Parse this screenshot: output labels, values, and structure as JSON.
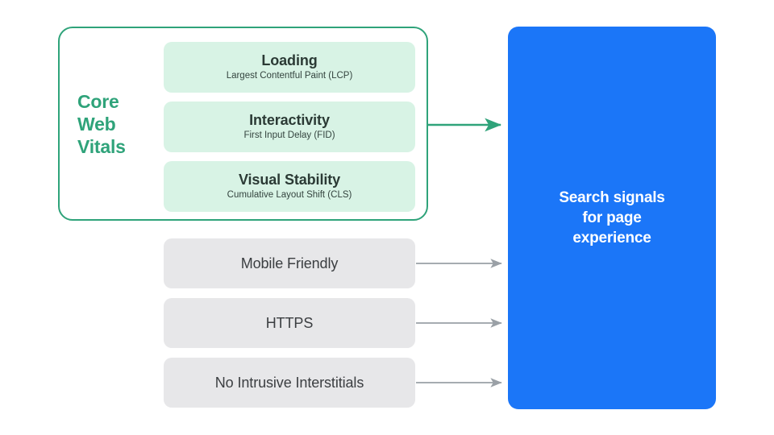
{
  "diagram": {
    "title": "Search signals for page experience",
    "colors": {
      "green_accent": "#2FA37A",
      "mint_card": "#D8F3E5",
      "grey_card": "#E7E7E9",
      "blue_panel": "#1B76F8",
      "grey_arrow": "#9AA0A6",
      "dark_text": "#3B3E41",
      "white": "#FFFFFF"
    },
    "core_web_vitals": {
      "group_label": "Core Web Vitals",
      "group_label_lines": [
        "Core",
        "Web",
        "Vitals"
      ],
      "metrics": [
        {
          "title": "Loading",
          "subtitle": "Largest Contentful Paint (LCP)",
          "abbr": "LCP"
        },
        {
          "title": "Interactivity",
          "subtitle": "First Input Delay (FID)",
          "abbr": "FID"
        },
        {
          "title": "Visual Stability",
          "subtitle": "Cumulative Layout Shift (CLS)",
          "abbr": "CLS"
        }
      ]
    },
    "other_signals": [
      {
        "label": "Mobile Friendly"
      },
      {
        "label": "HTTPS"
      },
      {
        "label": "No Intrusive Interstitials"
      }
    ],
    "destination": {
      "text": "Search signals\nfor page\nexperience"
    },
    "connectors": [
      {
        "from": "core-web-vitals-group",
        "to": "search-signals-panel",
        "color": "#2FA37A",
        "style": "solid-arrow"
      },
      {
        "from": "mobile-friendly",
        "to": "search-signals-panel",
        "color": "#9AA0A6",
        "style": "solid-arrow"
      },
      {
        "from": "https",
        "to": "search-signals-panel",
        "color": "#9AA0A6",
        "style": "solid-arrow"
      },
      {
        "from": "no-intrusive-interstitials",
        "to": "search-signals-panel",
        "color": "#9AA0A6",
        "style": "solid-arrow"
      }
    ]
  }
}
